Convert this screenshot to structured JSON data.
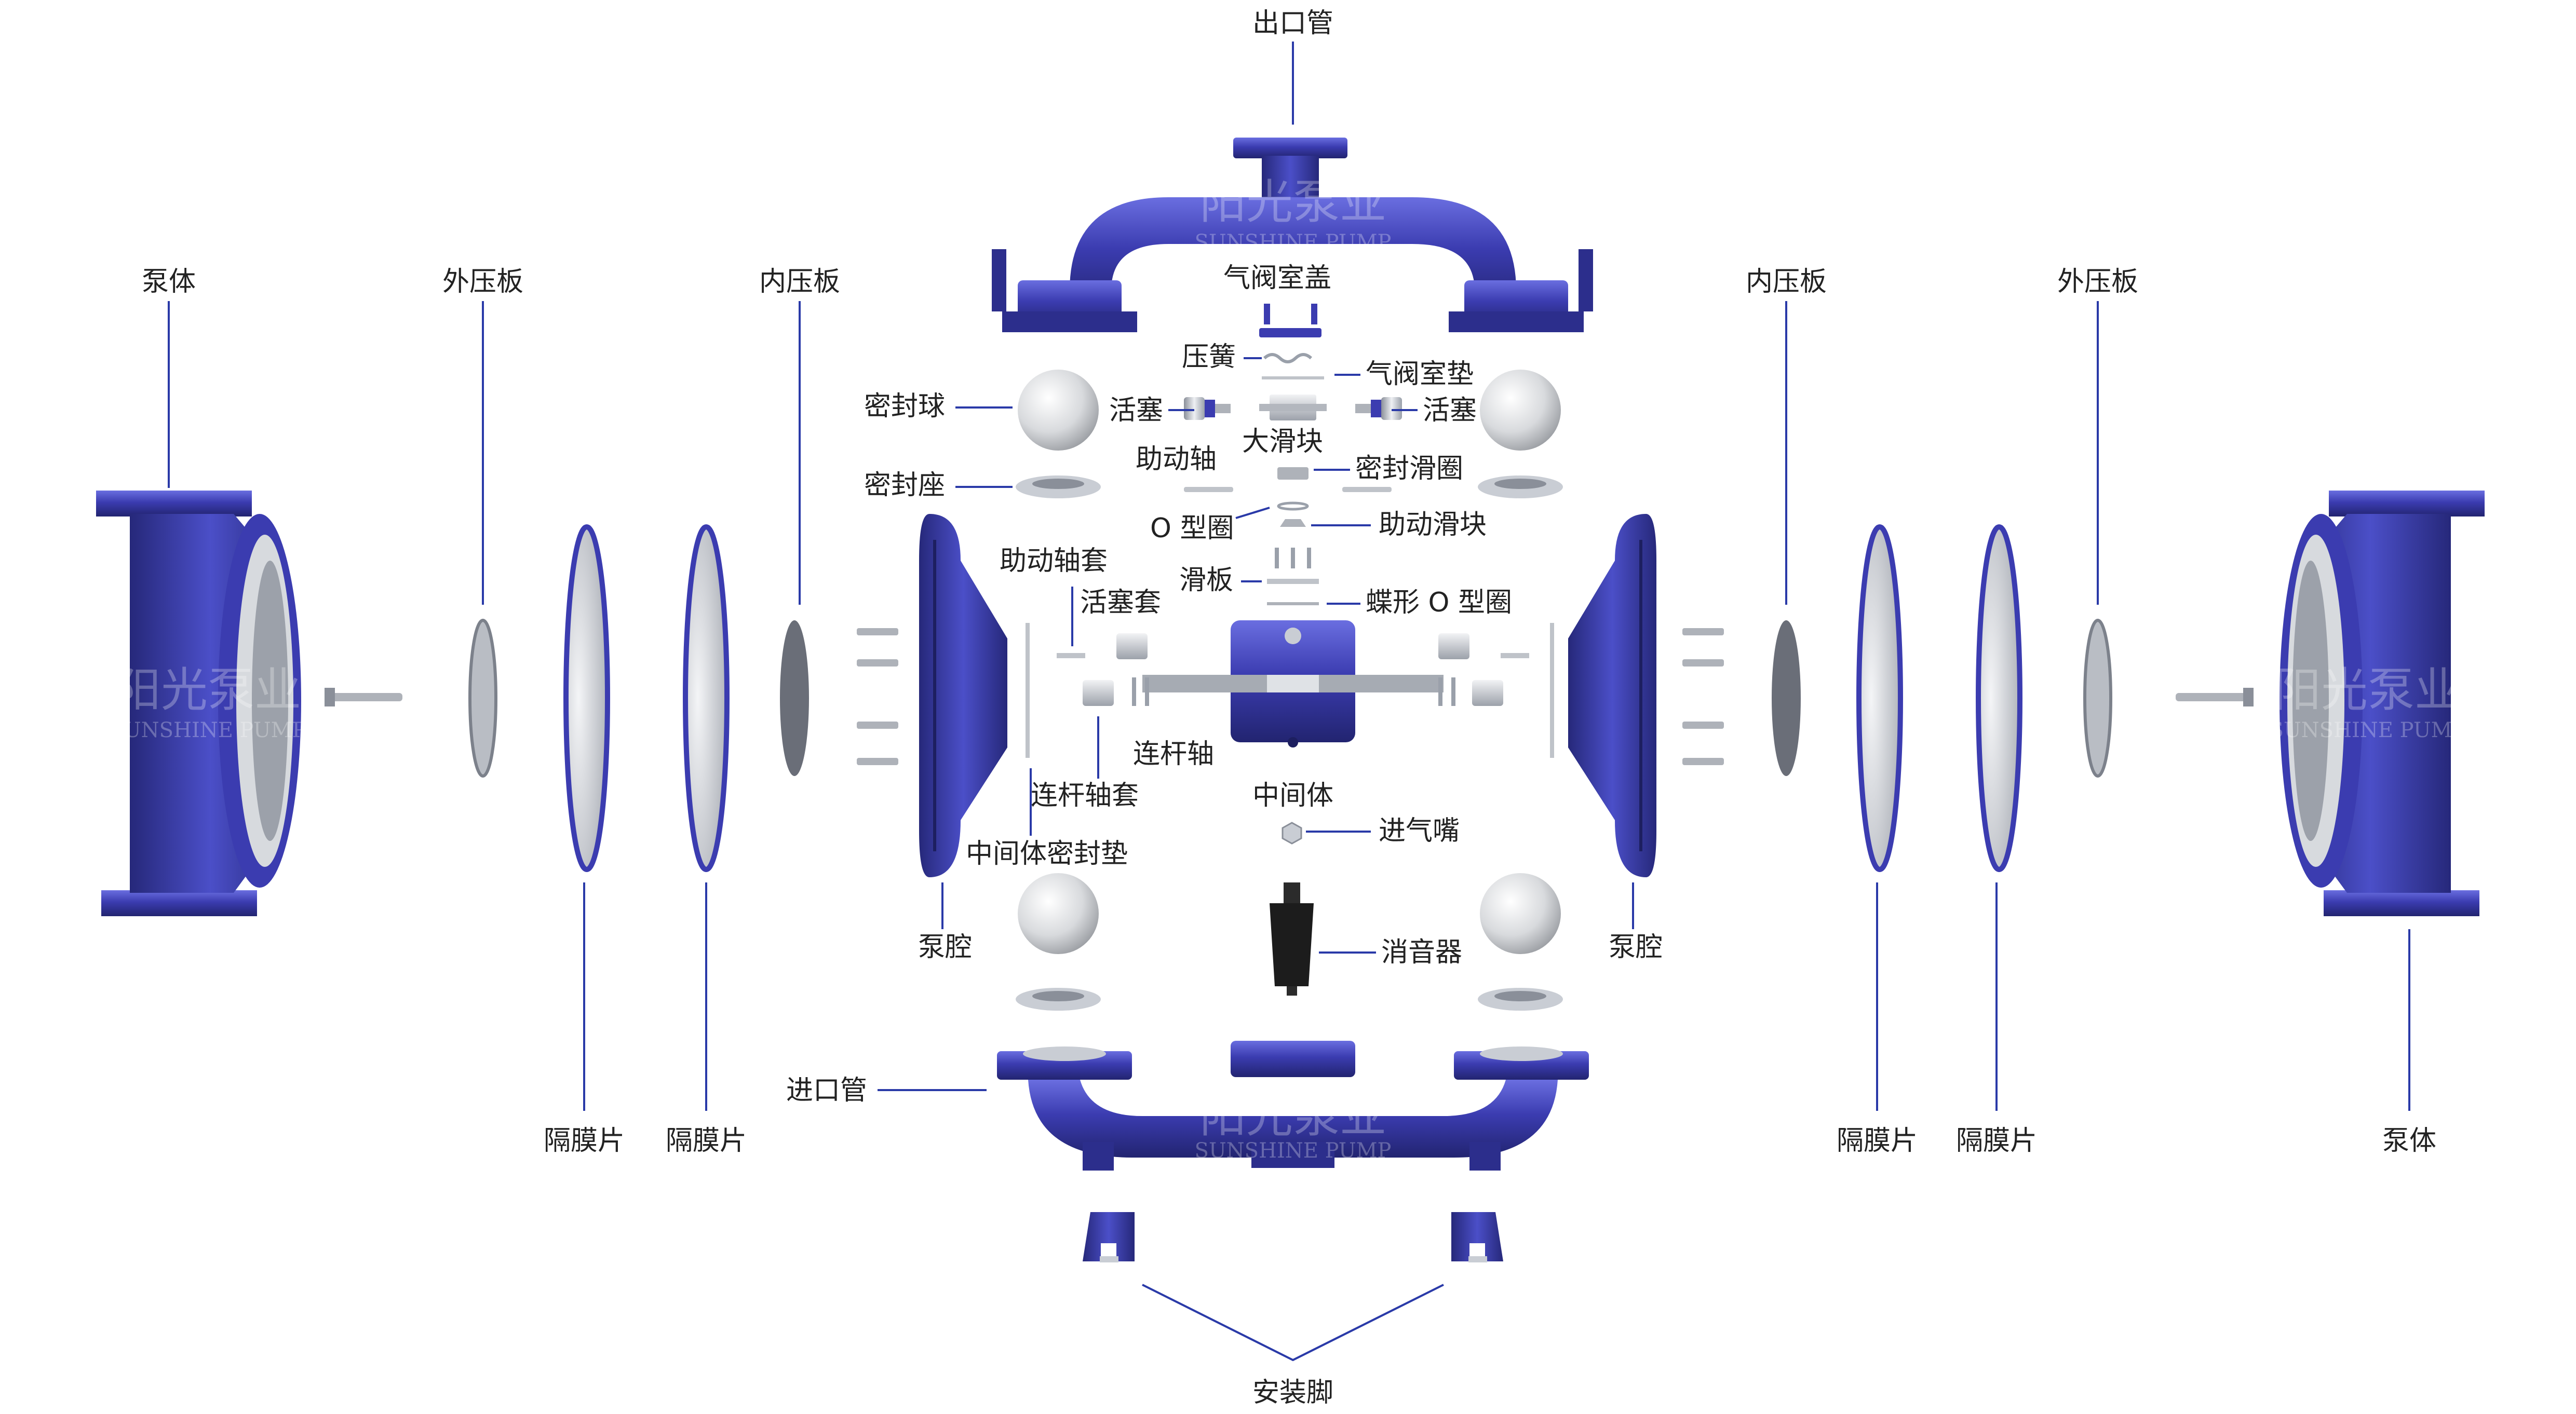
{
  "colors": {
    "pump_blue": "#3b3cb0",
    "pump_blue_dark": "#26287a",
    "pump_blue_light": "#5a5ed6",
    "steel": "#c9cdd4",
    "steel_dark": "#8a8f99",
    "leader_line": "#2a3aa8",
    "label_text": "#222222"
  },
  "watermark": {
    "cn": "阳光泵业",
    "en": "SUNSHINE PUMP"
  },
  "labels": {
    "outlet_pipe": "出口管",
    "air_valve_cover": "气阀室盖",
    "spring": "压簧",
    "air_valve_gasket": "气阀室垫",
    "piston_left": "活塞",
    "piston_right": "活塞",
    "big_slider": "大滑块",
    "seal_ball": "密封球",
    "seal_seat": "密封座",
    "pilot_shaft": "助动轴",
    "seal_slip_ring": "密封滑圈",
    "o_ring": "O 型圈",
    "pilot_slider": "助动滑块",
    "pilot_shaft_sleeve": "助动轴套",
    "slide_plate": "滑板",
    "piston_sleeve": "活塞套",
    "butterfly_o_ring": "蝶形 O 型圈",
    "connecting_rod": "连杆轴",
    "rod_sleeve": "连杆轴套",
    "center_body": "中间体",
    "air_inlet": "进气嘴",
    "center_body_gasket": "中间体密封垫",
    "pump_chamber_left": "泵腔",
    "pump_chamber_right": "泵腔",
    "muffler": "消音器",
    "inlet_pipe": "进口管",
    "mounting_feet": "安装脚",
    "pump_body_left": "泵体",
    "pump_body_right": "泵体",
    "outer_plate_left": "外压板",
    "outer_plate_right": "外压板",
    "inner_plate_left": "内压板",
    "inner_plate_right": "内压板",
    "diaphragm_1": "隔膜片",
    "diaphragm_2": "隔膜片",
    "diaphragm_3": "隔膜片",
    "diaphragm_4": "隔膜片"
  }
}
